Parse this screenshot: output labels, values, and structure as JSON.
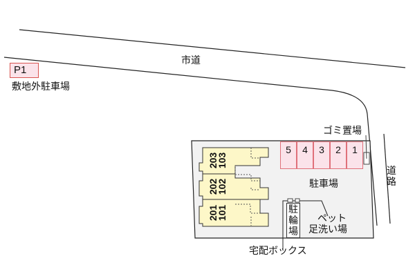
{
  "map": {
    "type": "site-layout",
    "colors": {
      "parking": "#fbe3ea",
      "parking_border": "#e0707a",
      "building": "#fdf7c8",
      "lot": "#f2f2f2",
      "lines": "#222222"
    }
  },
  "roads": {
    "city_road": "市道",
    "side_road": "道路"
  },
  "offsite_parking": {
    "badge": "P1",
    "label": "敷地外駐車場"
  },
  "facilities": {
    "garbage": "ゴミ置場",
    "parking": "駐車場",
    "bicycle": "駐輪場",
    "pet_wash": [
      "ペット",
      "足洗い場"
    ],
    "delivery_box": "宅配ボックス"
  },
  "parking_slots": [
    "5",
    "4",
    "3",
    "2",
    "1"
  ],
  "units": [
    {
      "upper": "203",
      "lower": "103"
    },
    {
      "upper": "202",
      "lower": "102"
    },
    {
      "upper": "201",
      "lower": "101"
    }
  ]
}
